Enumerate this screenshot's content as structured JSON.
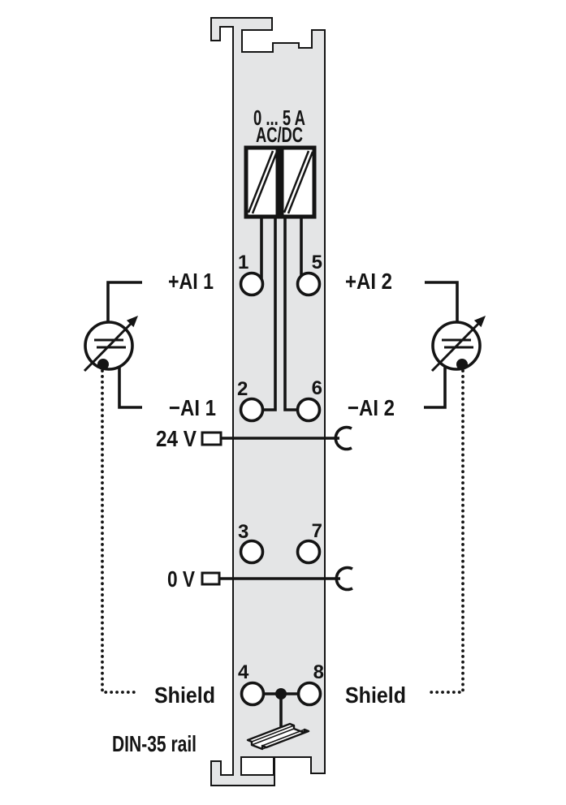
{
  "colors": {
    "module_fill": "#e4e5e6",
    "line": "#141414"
  },
  "module": {
    "rating_current": "0 ... 5 A",
    "rating_type": "AC/DC"
  },
  "terminals": {
    "n1": "1",
    "n2": "2",
    "n3": "3",
    "n4": "4",
    "n5": "5",
    "n6": "6",
    "n7": "7",
    "n8": "8"
  },
  "labels": {
    "ai1_plus": "+AI 1",
    "ai1_minus": "−AI 1",
    "ai2_plus": "+AI 2",
    "ai2_minus": "−AI 2",
    "v24": "24 V",
    "v0": "0 V",
    "shield_left": "Shield",
    "shield_right": "Shield",
    "din_rail": "DIN-35 rail"
  }
}
